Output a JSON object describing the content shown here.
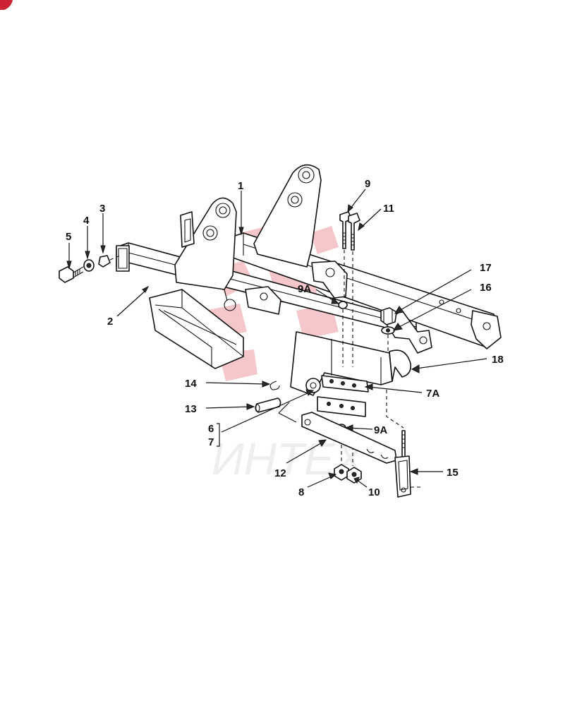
{
  "diagram": {
    "part_labels": {
      "p1": "1",
      "p2": "2",
      "p3": "3",
      "p4": "4",
      "p5": "5",
      "p6": "6",
      "p7": "7",
      "p8": "8",
      "p9": "9",
      "p9a_upper": "9A",
      "p9a_lower": "9A",
      "p7a": "7A",
      "p10": "10",
      "p11": "11",
      "p12": "12",
      "p13": "13",
      "p14": "14",
      "p15": "15",
      "p16": "16",
      "p17": "17",
      "p18": "18"
    },
    "watermark": {
      "text": "ИНТЕХ",
      "color": "#e8606a"
    },
    "corner_badge_color": "#cc2233"
  }
}
